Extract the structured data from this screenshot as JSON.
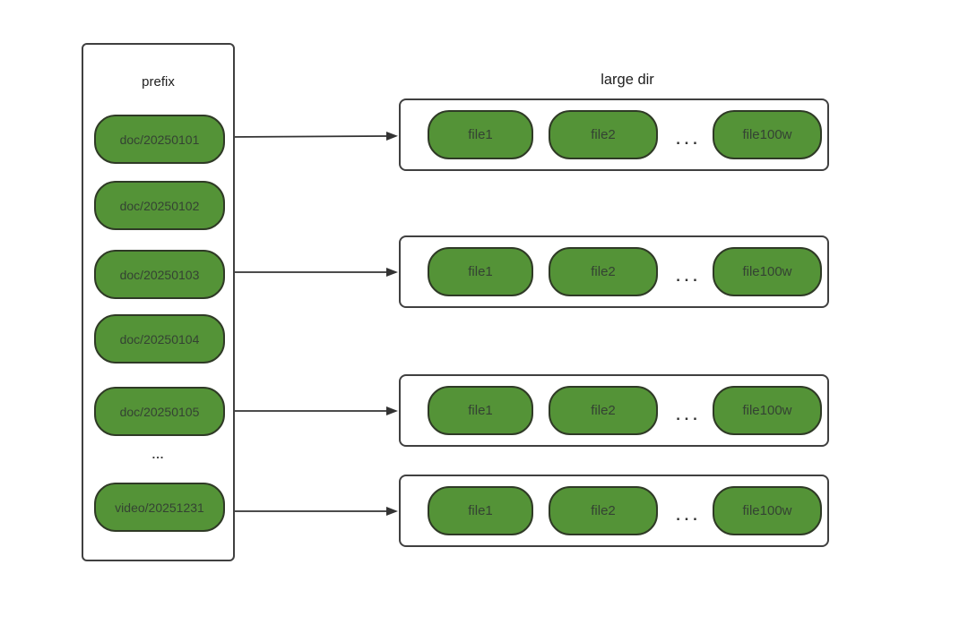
{
  "diagram": {
    "prefix_panel": {
      "title": "prefix",
      "pills": [
        "doc/20250101",
        "doc/20250102",
        "doc/20250103",
        "doc/20250104",
        "doc/20250105"
      ],
      "ellipsis": "...",
      "last_pill": "video/20251231"
    },
    "large_dir": {
      "title": "large dir",
      "rows": [
        {
          "files": [
            "file1",
            "file2"
          ],
          "ellipsis": ". . .",
          "last_file": "file100w"
        },
        {
          "files": [
            "file1",
            "file2"
          ],
          "ellipsis": ". . .",
          "last_file": "file100w"
        },
        {
          "files": [
            "file1",
            "file2"
          ],
          "ellipsis": ". . .",
          "last_file": "file100w"
        },
        {
          "files": [
            "file1",
            "file2"
          ],
          "ellipsis": ". . .",
          "last_file": "file100w"
        }
      ]
    },
    "colors": {
      "pill_fill": "#549337",
      "pill_border": "#2f3a26",
      "box_border": "#404040",
      "arrow": "#333333",
      "label_text": "#202020"
    }
  }
}
